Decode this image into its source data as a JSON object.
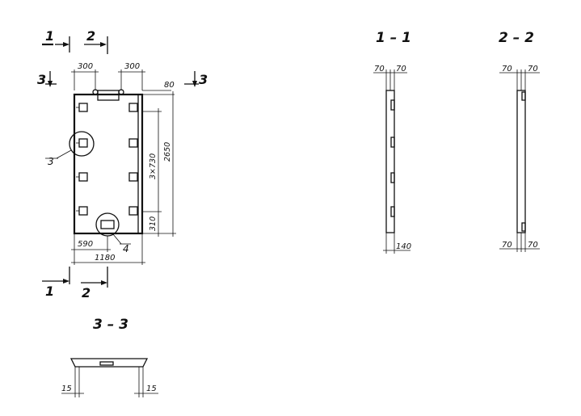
{
  "section_marks": {
    "s1": "1",
    "s2": "2",
    "s3": "3"
  },
  "callouts": {
    "detail_3": "3",
    "detail_4": "4"
  },
  "plan_dims": {
    "top_left": "300",
    "top_right": "300",
    "top_offset": "80",
    "spacing": "3×730",
    "height": "2650",
    "bottom_right": "310",
    "half_width": "590",
    "width": "1180"
  },
  "section_1": {
    "title": "1 – 1",
    "top_left": "70",
    "top_right": "70",
    "bottom": "140"
  },
  "section_2": {
    "title": "2 – 2",
    "top_left": "70",
    "top_right": "70",
    "bottom_left": "70",
    "bottom_right": "70"
  },
  "section_3": {
    "title": "3 – 3",
    "left": "15",
    "right": "15"
  }
}
